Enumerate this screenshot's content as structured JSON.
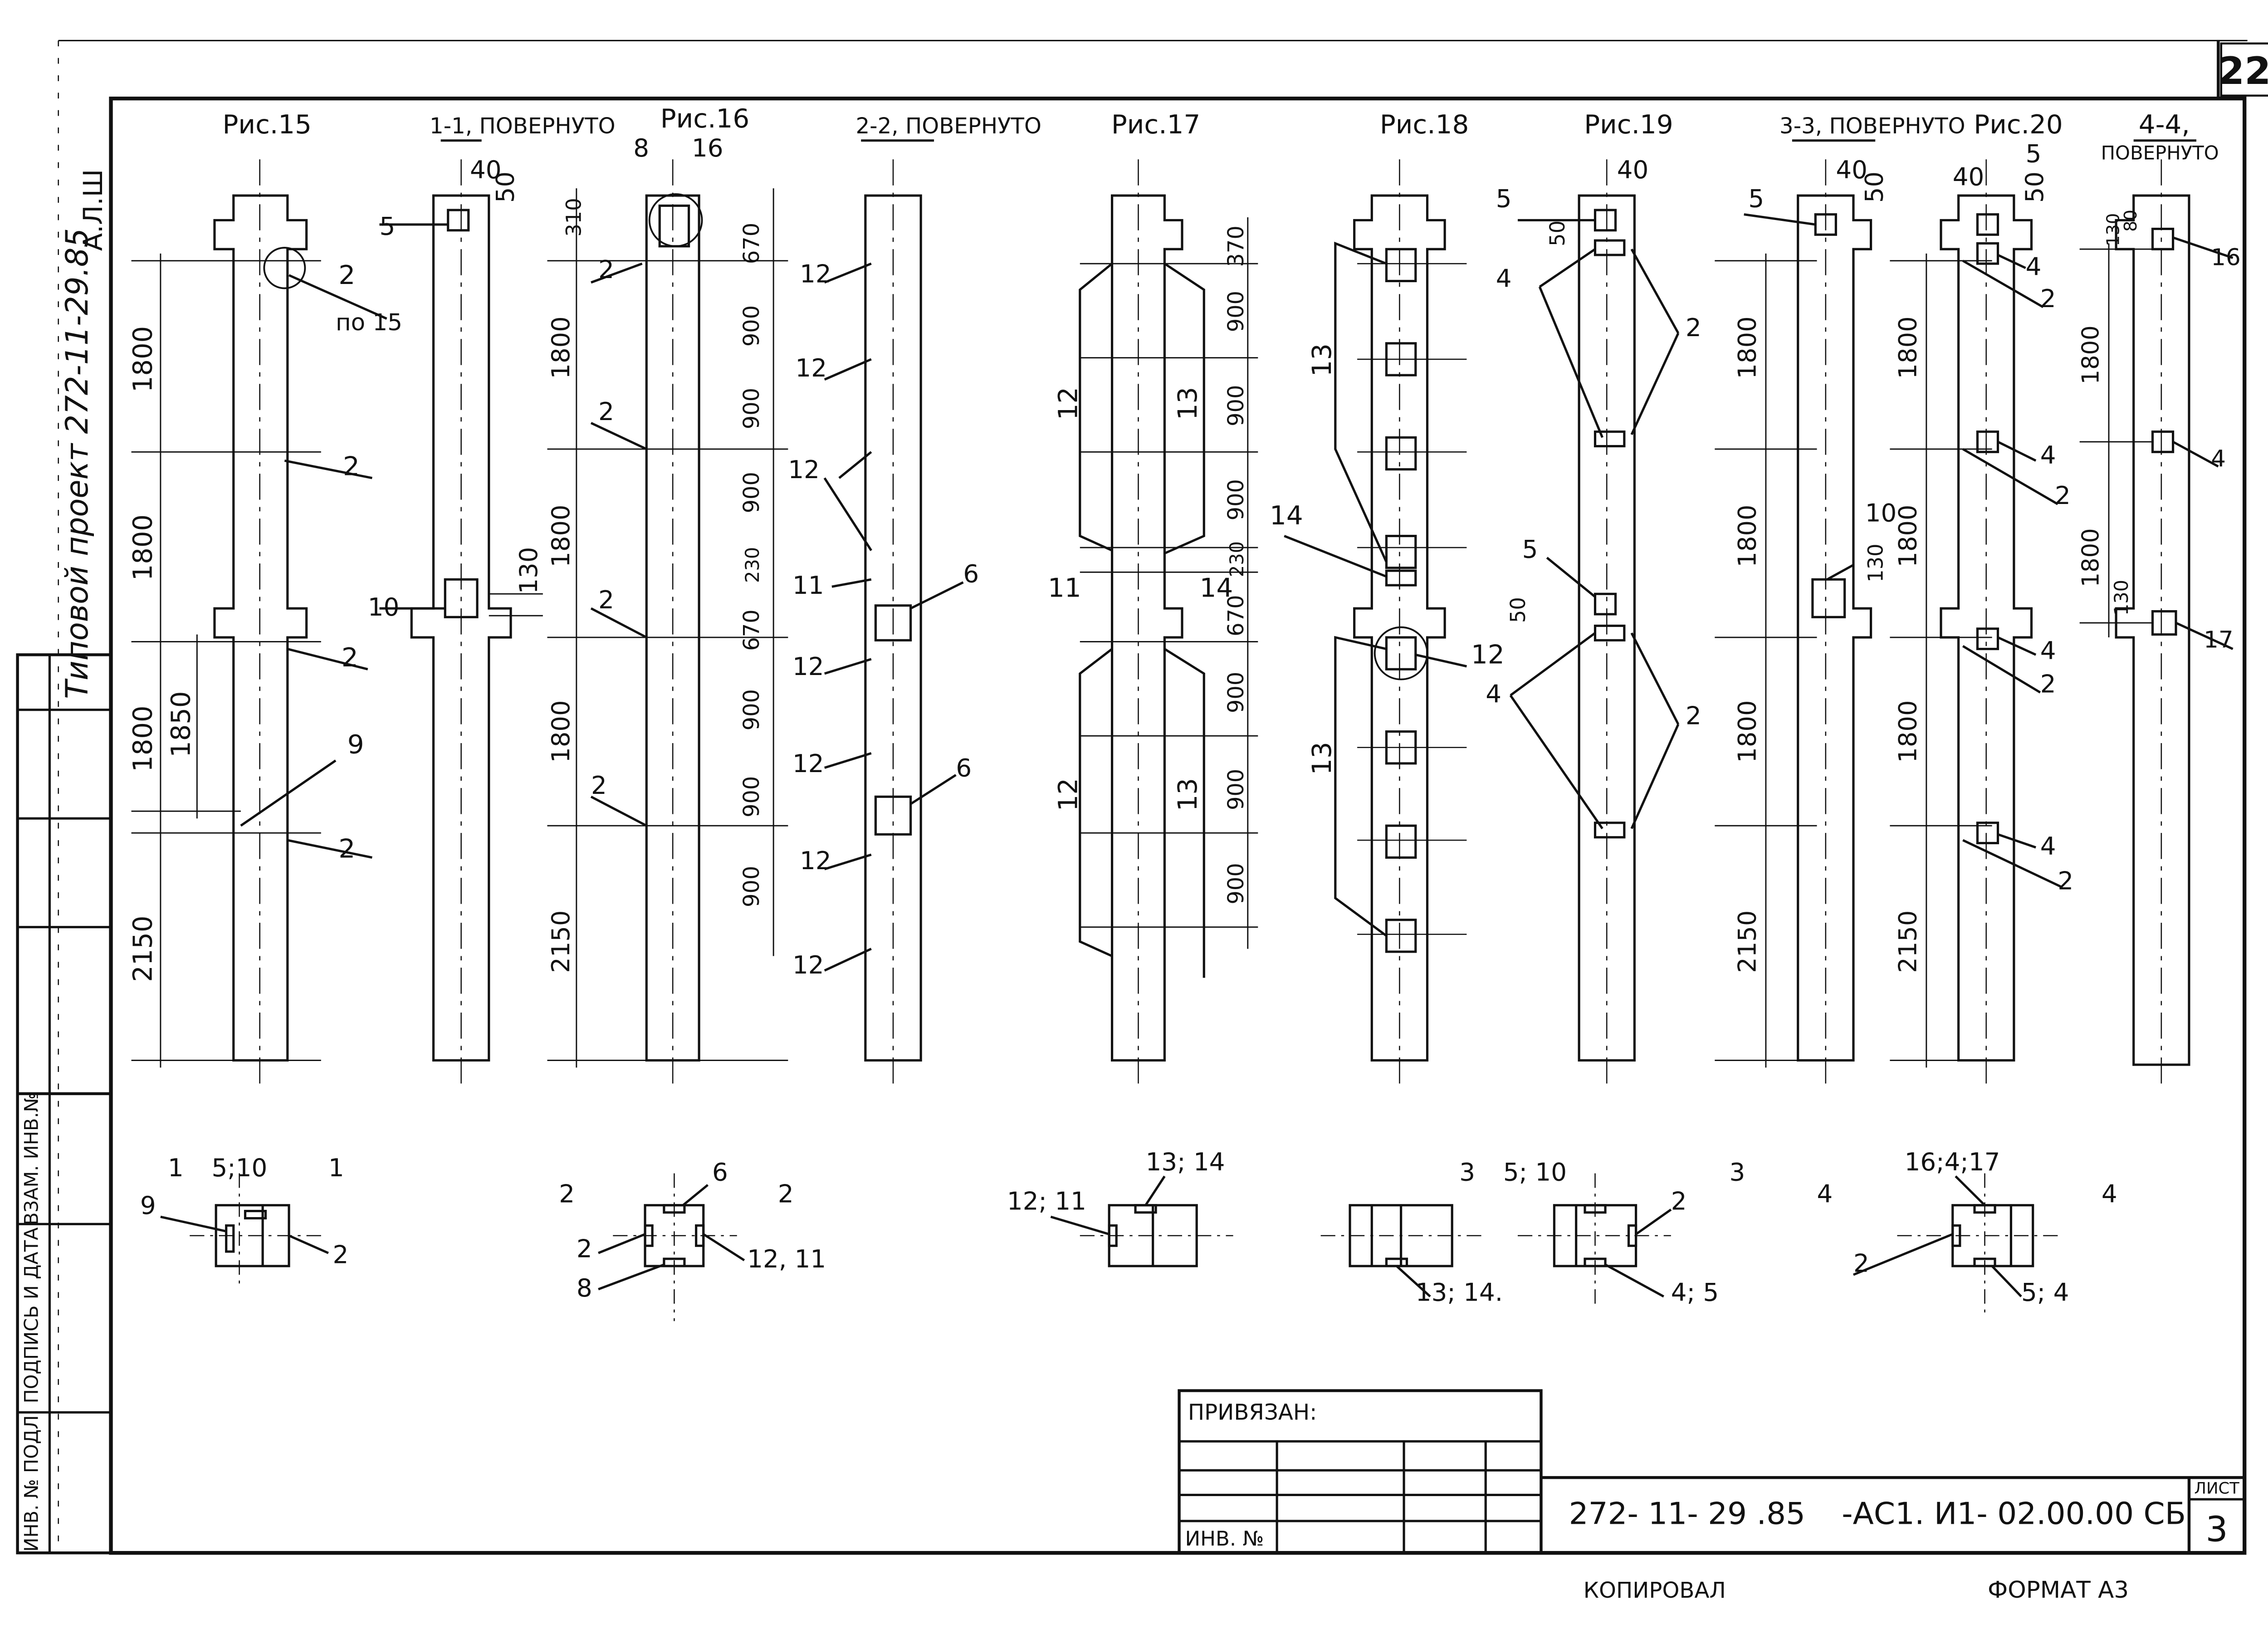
{
  "sheet": {
    "page_number": "22",
    "series_mark": "А.Л.Ш",
    "project_title": "Типовой проект 272-11-29.85",
    "sheet_label": "ЛИСТ",
    "sheet_number": "3",
    "code_project": "272- 11- 29 .85",
    "code_doc": "-АС1. И1- 02.00.00 СБ",
    "privyazan": "ПРИВЯЗАН:",
    "inv_no": "ИНВ. №",
    "copied": "КОПИРОВАЛ",
    "format": "ФОРМАТ А3"
  },
  "side_stamp": {
    "inv_podl": "ИНВ. № ПОДЛ.",
    "podpis_data": "ПОДПИСЬ И ДАТА",
    "vzam_inv": "ВЗАМ. ИНВ.№"
  },
  "figures": {
    "fig15": "Рис.15",
    "sec11": "1-1, ПОВЕРНУТО",
    "fig16": "Рис.16",
    "sec22": "2-2, ПОВЕРНУТО",
    "fig17": "Рис.17",
    "fig18": "Рис.18",
    "fig19": "Рис.19",
    "sec33": "3-3, ПОВЕРНУТО",
    "fig20": "Рис.20",
    "sec44": "4-4,",
    "sec44b": "ПОВЕРНУТО"
  },
  "labels": {
    "fig15": [
      "2",
      "по 15",
      "2",
      "2",
      "9",
      "2"
    ],
    "fig15_dims": [
      "1800",
      "1800",
      "1850",
      "1800",
      "2150"
    ],
    "s11": [
      "40",
      "50",
      "5",
      "10",
      "130"
    ],
    "fig16": [
      "8",
      "16",
      "2",
      "2",
      "2",
      "2"
    ],
    "fig16_dims": [
      "310",
      "1800",
      "1800",
      "1800",
      "2150"
    ],
    "fig16_right_dims": [
      "670",
      "900",
      "900",
      "900",
      "230",
      "670",
      "900",
      "900",
      "900"
    ],
    "s22": [
      "12",
      "12",
      "12",
      "11",
      "12",
      "12",
      "12",
      "12",
      "6",
      "6"
    ],
    "fig17": [
      "12",
      "13",
      "11",
      "14",
      "12",
      "13"
    ],
    "fig17_dims": [
      "370",
      "900",
      "900",
      "900",
      "230",
      "670",
      "900",
      "900",
      "900"
    ],
    "fig18": [
      "13",
      "14",
      "12",
      "13"
    ],
    "fig19": [
      "40",
      "5",
      "50",
      "4",
      "2",
      "5",
      "50",
      "4",
      "2"
    ],
    "s33": [
      "40",
      "50",
      "5",
      "10",
      "130"
    ],
    "s33_dims": [
      "1800",
      "1800",
      "1800",
      "2150"
    ],
    "fig20": [
      "40",
      "5",
      "50",
      "4",
      "2",
      "4",
      "2",
      "4",
      "2",
      "4",
      "2"
    ],
    "fig20_dims": [
      "1800",
      "1800",
      "1800",
      "2150"
    ],
    "s44": [
      "130",
      "80",
      "16",
      "4",
      "17",
      "130"
    ],
    "s44_dims": [
      "1800",
      "1800"
    ]
  },
  "cross_sections": {
    "cs1": [
      "1",
      "5;10",
      "1",
      "9",
      "2"
    ],
    "cs2": [
      "2",
      "6",
      "2",
      "2",
      "8",
      "12, 11"
    ],
    "cs3": [
      "13; 14",
      "12; 11"
    ],
    "cs4": [
      "13; 14."
    ],
    "cs5": [
      "3",
      "5; 10",
      "3",
      "2",
      "4; 5"
    ],
    "cs6": [
      "16;4;17",
      "4",
      "4",
      "2",
      "5; 4"
    ]
  }
}
